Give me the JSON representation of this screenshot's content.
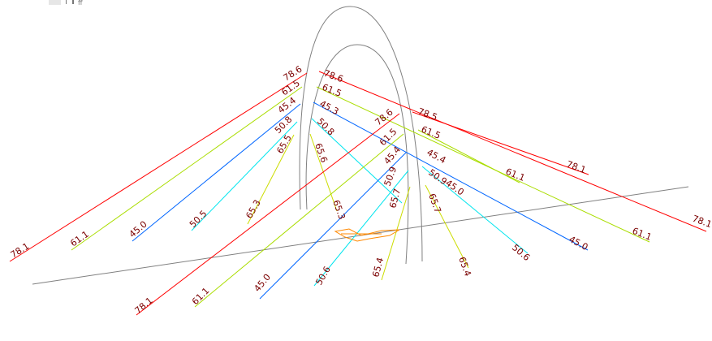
{
  "colors": {
    "red": "#ff0000",
    "lime": "#aadd00",
    "blue": "#0066ff",
    "cyan": "#00e5ee",
    "yellow": "#ccdd00",
    "gray": "#808080",
    "orange": "#ff8800",
    "label": "#7a0000"
  },
  "toolbar_marks": "ff",
  "labels": [
    "78.6",
    "78.1",
    "61.5",
    "61.1",
    "45.4",
    "45.0",
    "50.8",
    "50.5",
    "65.5",
    "65.3",
    "78.6",
    "78.5",
    "78.1",
    "78.1",
    "61.5",
    "61.5",
    "61.1",
    "61.1",
    "45.3",
    "45.4",
    "45.0",
    "50.9",
    "45.0",
    "50.8",
    "50.6",
    "65.6",
    "65.3",
    "65.7",
    "65.4",
    "78.6",
    "78.1",
    "61.5",
    "61.1",
    "45.4",
    "45.0",
    "50.9",
    "50.6",
    "65.7",
    "65.4"
  ]
}
